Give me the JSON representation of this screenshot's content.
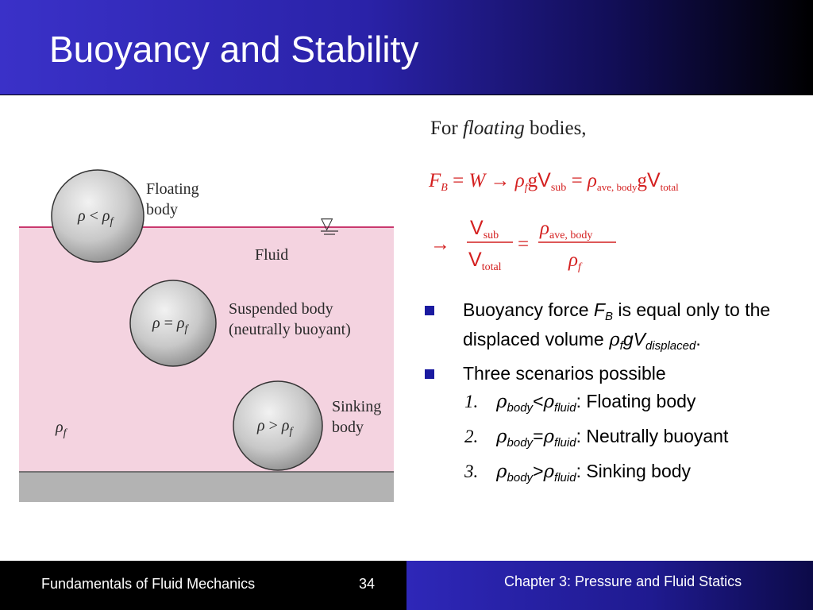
{
  "slide": {
    "title": "Buoyancy and Stability"
  },
  "figure": {
    "label_floating_1": "Floating",
    "label_floating_2": "body",
    "label_fluid": "Fluid",
    "label_suspended_1": "Suspended body",
    "label_suspended_2": "(neutrally buoyant)",
    "label_sinking_1": "Sinking",
    "label_sinking_2": "body",
    "label_rho_f": "ρ",
    "label_rho_f_sub": "f",
    "sphere_floating": {
      "lhs": "ρ",
      "op": " < ",
      "rhs": "ρ",
      "rhs_sub": "f"
    },
    "sphere_suspended": {
      "lhs": "ρ",
      "op": " = ",
      "rhs": "ρ",
      "rhs_sub": "f"
    },
    "sphere_sinking": {
      "lhs": "ρ",
      "op": " > ",
      "rhs": "ρ",
      "rhs_sub": "f"
    },
    "free_surface_symbol": "▽",
    "colors": {
      "fluid": "#f4d3e0",
      "surface_line": "#c9386e",
      "ground": "#b3b3b3",
      "sphere": "#c8c8c8"
    }
  },
  "equations": {
    "intro_for": "For ",
    "intro_floating": "floating",
    "intro_bodies": " bodies,",
    "eq1": {
      "F": "F",
      "F_sub": "B",
      "eq": " = ",
      "W": "W",
      "arrow": " → ",
      "rho": "ρ",
      "rho_sub": "f",
      "g": "g",
      "V": "V",
      "V_sub": "sub",
      "eq2": " = ",
      "rho2": "ρ",
      "rho2_sub": "ave, body",
      "g2": "g",
      "V2": "V",
      "V2_sub": "total"
    },
    "eq2": {
      "arrow": "→",
      "num_V": "V",
      "num_sub": "sub",
      "den_V": "V",
      "den_sub": "total",
      "eq": "=",
      "num_rho": "ρ",
      "num_rho_sub": "ave, body",
      "den_rho": "ρ",
      "den_rho_sub": "f"
    }
  },
  "bullets": {
    "b1_a": "Buoyancy force ",
    "b1_F": "F",
    "b1_F_sub": "B",
    "b1_b": " is equal only to the displaced volume ",
    "b1_rho": "ρ",
    "b1_rho_sub": "f",
    "b1_gV": "gV",
    "b1_V_sub": "displaced",
    "b1_end": ".",
    "b2": "Three scenarios possible",
    "items": [
      {
        "num": "1.",
        "rho1": "ρ",
        "sub1": "body",
        "op": "<",
        "rho2": "ρ",
        "sub2": "fluid",
        "text": ":  Floating body"
      },
      {
        "num": "2.",
        "rho1": "ρ",
        "sub1": "body",
        "op": "=",
        "rho2": "ρ",
        "sub2": "fluid",
        "text": ": Neutrally buoyant"
      },
      {
        "num": "3.",
        "rho1": "ρ",
        "sub1": "body",
        "op": ">",
        "rho2": "ρ",
        "sub2": "fluid",
        "text": ": Sinking body"
      }
    ]
  },
  "footer": {
    "left_text": "Fundamentals of Fluid Mechanics",
    "page_number": "34",
    "right_text": "Chapter 3:  Pressure and Fluid Statics"
  }
}
